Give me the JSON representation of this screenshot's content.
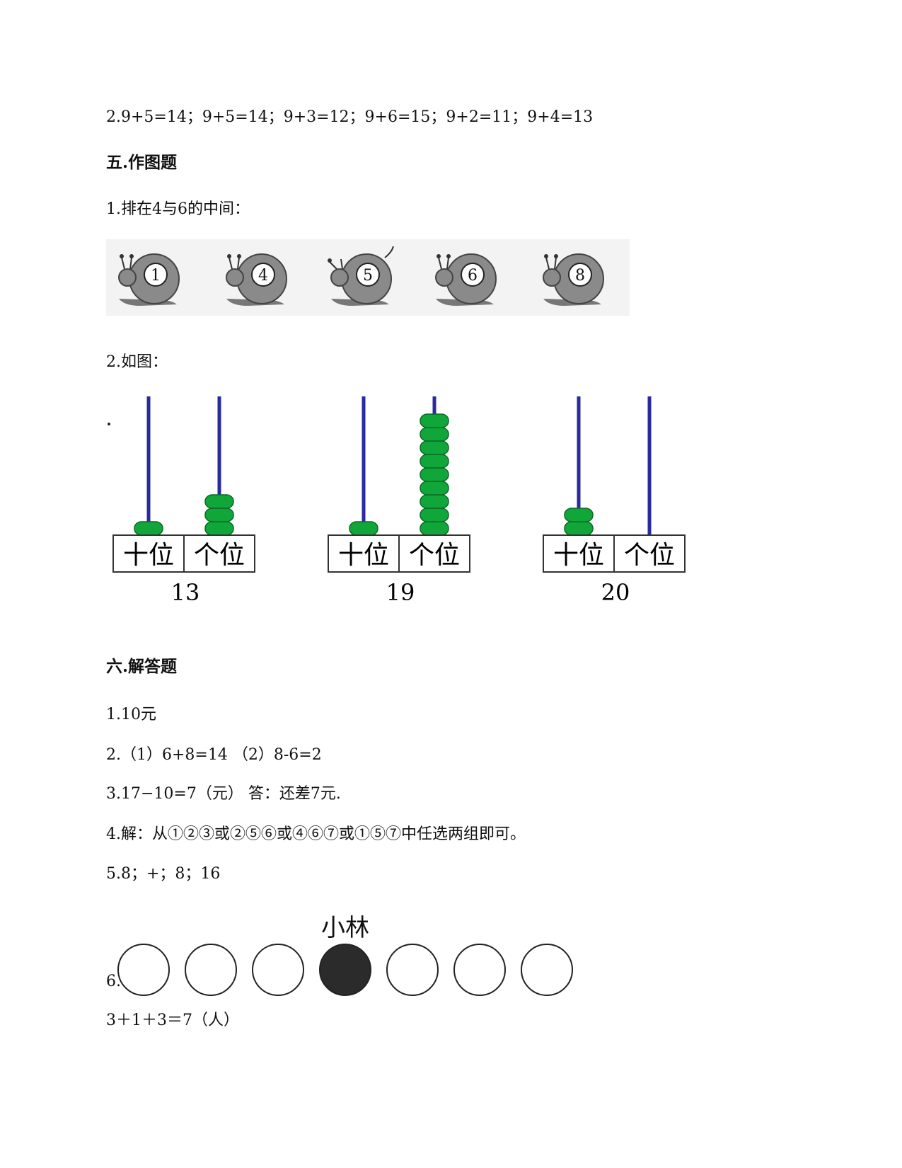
{
  "lines": {
    "l1": "2.9+5=14；9+5=14；9+3=12；9+6=15；9+2=11；9+4=13",
    "h5": "五.作图题",
    "q5_1": "1.排在4与6的中间：",
    "q5_2": "2.如图：",
    "h6": "六.解答题",
    "a1": "1.10元",
    "a2": "2.（1）6+8=14  （2）8-6=2",
    "a3": "3.17−10=7（元）        答：还差7元.",
    "a4": "4.解：从①②③或②⑤⑥或④⑥⑦或①⑤⑦中任选两组即可。",
    "a5": "5.8；+；8；16",
    "a6_label": "6.",
    "a6_eq": "3＋1＋3＝7（人）"
  },
  "snails": [
    "1",
    "4",
    "5",
    "6",
    "8"
  ],
  "abacus": {
    "tens_label": "十位",
    "ones_label": "个位",
    "rod_color": "#2a2aa0",
    "bead_color": "#11a63a",
    "items": [
      {
        "number": "13",
        "tens": 1,
        "ones": 3
      },
      {
        "number": "19",
        "tens": 1,
        "ones": 9
      },
      {
        "number": "20",
        "tens": 2,
        "ones": 0
      }
    ]
  },
  "queue": {
    "name": "小林",
    "count": 7,
    "highlight_index": 3,
    "highlight_color": "#2b2b2b"
  }
}
